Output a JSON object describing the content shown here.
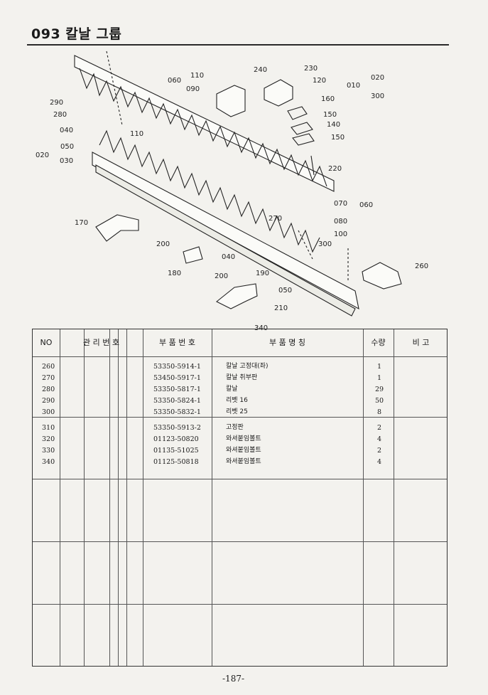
{
  "page": {
    "title": "093 칼날 그룹",
    "page_number": "-187-"
  },
  "diagram": {
    "callouts": [
      "240",
      "230",
      "120",
      "160",
      "150",
      "140",
      "150",
      "220",
      "010",
      "020",
      "300",
      "110",
      "060",
      "090",
      "290",
      "280",
      "040",
      "050",
      "020",
      "030",
      "110",
      "070",
      "060",
      "080",
      "100",
      "270",
      "300",
      "170",
      "200",
      "040",
      "180",
      "200",
      "190",
      "050",
      "210",
      "340",
      "260"
    ]
  },
  "table": {
    "headers": {
      "no": "NO",
      "mgmt": "관 리 번 호",
      "part": "부 품 번 호",
      "name": "부 품 명 칭",
      "qty": "수량",
      "note": "비 고"
    },
    "groups": [
      {
        "rows": [
          {
            "no": "260",
            "part": "53350-5914-1",
            "name": "칼날 고정대(좌)",
            "qty": "1"
          },
          {
            "no": "270",
            "part": "53450-5917-1",
            "name": "칼날 취부판",
            "qty": "1"
          },
          {
            "no": "280",
            "part": "53350-5817-1",
            "name": "칼날",
            "qty": "29"
          },
          {
            "no": "290",
            "part": "53350-5824-1",
            "name": "리벳 16",
            "qty": "50"
          },
          {
            "no": "300",
            "part": "53350-5832-1",
            "name": "리벳 25",
            "qty": "8"
          }
        ]
      },
      {
        "rows": [
          {
            "no": "310",
            "part": "53350-5913-2",
            "name": "고정판",
            "qty": "2"
          },
          {
            "no": "320",
            "part": "01123-50820",
            "name": "와셔붙임볼트",
            "qty": "4"
          },
          {
            "no": "330",
            "part": "01135-51025",
            "name": "와셔붙임볼트",
            "qty": "2"
          },
          {
            "no": "340",
            "part": "01125-50818",
            "name": "와셔붙임볼트",
            "qty": "4"
          }
        ]
      }
    ]
  }
}
